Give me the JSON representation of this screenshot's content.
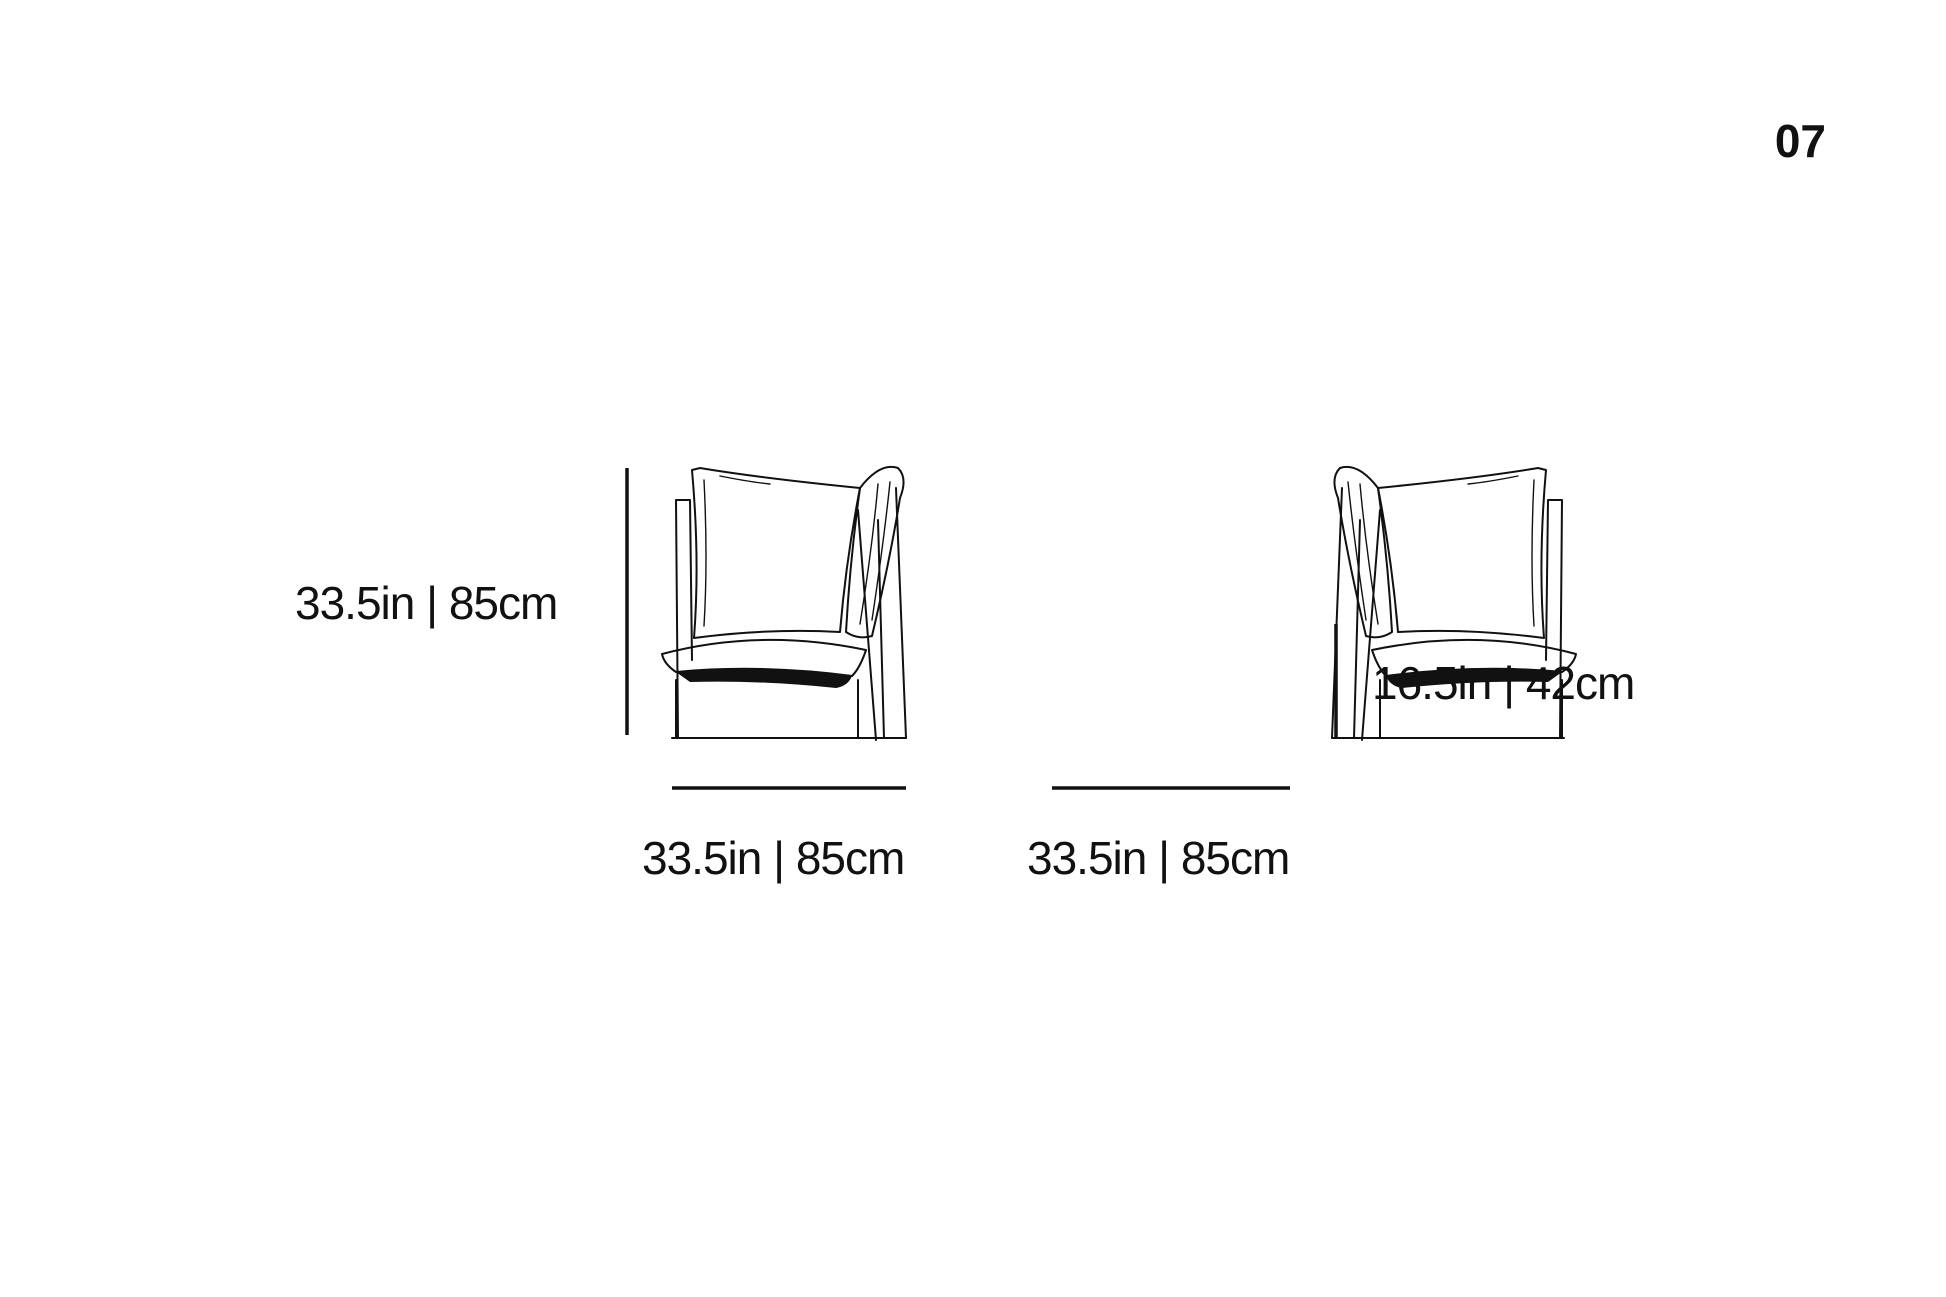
{
  "page_number": "07",
  "dimensions": {
    "height_total": "33.5in | 85cm",
    "seat_height": "16.5in | 42cm",
    "width_left": "33.5in | 85cm",
    "width_right": "33.5in | 85cm"
  },
  "colors": {
    "line": "#111111",
    "background": "#ffffff"
  }
}
